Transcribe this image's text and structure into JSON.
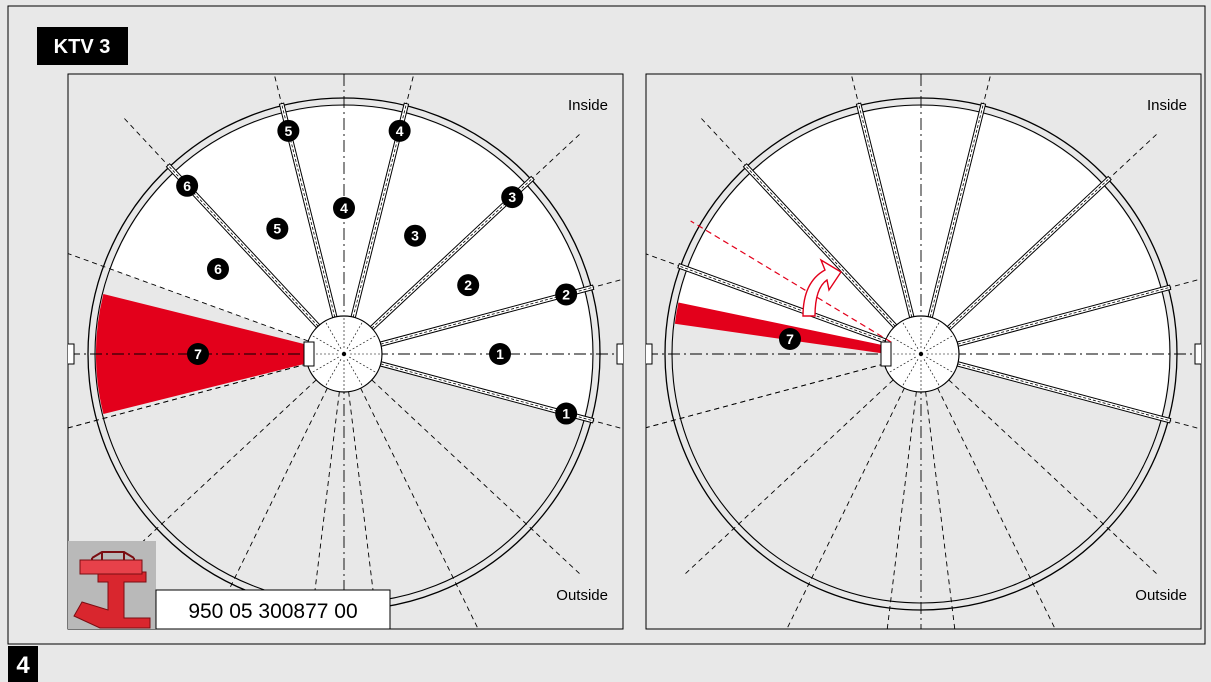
{
  "header": {
    "title": "KTV 3"
  },
  "step": {
    "number": "4"
  },
  "left_panel": {
    "label_inside": "Inside",
    "label_outside": "Outside",
    "segment_numbers": [
      "1",
      "2",
      "3",
      "4",
      "5",
      "6"
    ],
    "wall_numbers": [
      "1",
      "2",
      "3",
      "4",
      "5",
      "6"
    ],
    "highlighted_segment": "7",
    "part": {
      "number": "950 05 300877 00"
    }
  },
  "right_panel": {
    "label_inside": "Inside",
    "label_outside": "Outside",
    "highlighted_segment": "7"
  },
  "colors": {
    "highlight": "#e3001b",
    "badge": "#000000",
    "frame": "#000000",
    "page": "#e8e8e8"
  }
}
